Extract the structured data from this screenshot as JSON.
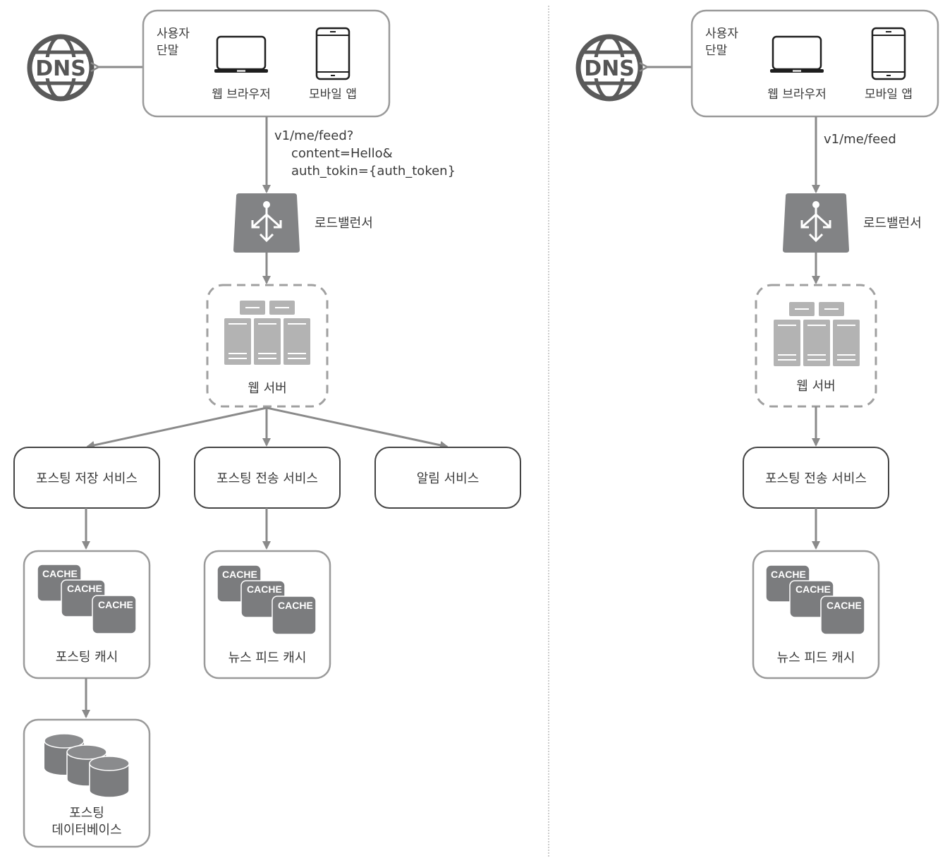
{
  "colors": {
    "stroke": "#8a8a8a",
    "dark_fill": "#828385",
    "server_fill": "#b3b3b3",
    "box_border": "#9a9a9a",
    "service_border": "#444444",
    "divider": "#bbbbbb"
  },
  "left": {
    "client_box": {
      "label_line1": "사용자",
      "label_line2": "단말",
      "laptop_label": "웹 브라우저",
      "mobile_label": "모바일 앱"
    },
    "dns_label": "DNS",
    "request": {
      "line1": "v1/me/feed?",
      "line2": "content=Hello&",
      "line3": "auth_tokin={auth_token}"
    },
    "load_balancer_label": "로드밸런서",
    "web_server_label": "웹 서버",
    "services": [
      {
        "label": "포스팅 저장 서비스"
      },
      {
        "label": "포스팅 전송 서비스"
      },
      {
        "label": "알림 서비스"
      }
    ],
    "post_cache": {
      "label": "포스팅 캐시",
      "cache_labels": [
        "CACHE",
        "CACHE",
        "CACHE"
      ]
    },
    "news_feed_cache": {
      "label": "뉴스 피드 캐시",
      "cache_labels": [
        "CACHE",
        "CACHE",
        "CACHE"
      ]
    },
    "post_db": {
      "label_line1": "포스팅",
      "label_line2": "데이터베이스"
    }
  },
  "right": {
    "client_box": {
      "label_line1": "사용자",
      "label_line2": "단말",
      "laptop_label": "웹 브라우저",
      "mobile_label": "모바일 앱"
    },
    "dns_label": "DNS",
    "request": {
      "line1": "v1/me/feed"
    },
    "load_balancer_label": "로드밸런서",
    "web_server_label": "웹 서버",
    "service": {
      "label": "포스팅 전송 서비스"
    },
    "news_feed_cache": {
      "label": "뉴스 피드 캐시",
      "cache_labels": [
        "CACHE",
        "CACHE",
        "CACHE"
      ]
    }
  }
}
